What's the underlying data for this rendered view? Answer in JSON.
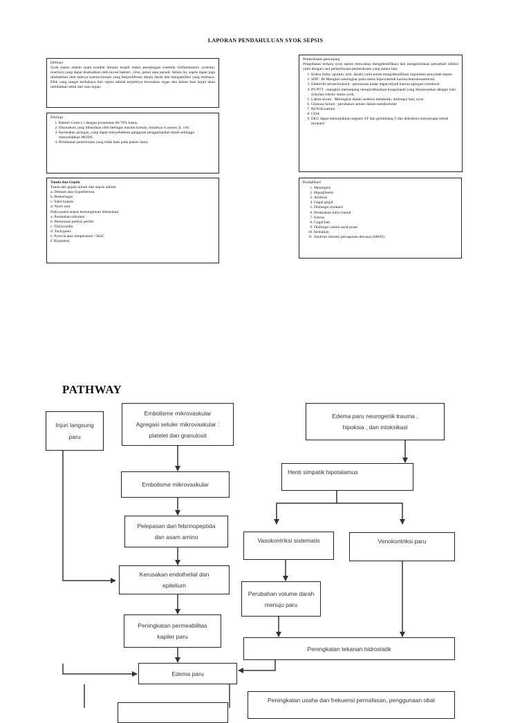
{
  "doc": {
    "title": "LAPORAN PENDAHULUAN SYOK SEPSIS"
  },
  "definisi": {
    "heading": "Definisi",
    "text": "Syok sepsis adalah suatu kondisi dimana terjadi reaksi peradangan sistemik (inflammatory systemic reaction) yang dapat disebabkan oleh invasi bakteri, virus, jamur atau parasit. Selain itu, sepsis dapat juga disebabkan oleh adanya kuman-kuman yang berproliferasi dalam darah dan mengaktifasi yang memacu. Efek yang sangat berbahaya dari sepsis adalah terjadinya kerusakan organ dan dalam fase lanjut akan melibatkan lebih dari satu organ."
  },
  "etiologi": {
    "heading": "Etiologi",
    "items": [
      "Bakteri Gram (-) dengan prosentase 60-70% kasus.",
      "Eksotoksin yang dihasilkan oleh berbagai macam kuman, misalnya S.aureus ,E. coli.",
      "Kerusakan jaringan, yang dapat menyebabkan gangguan penggumpalan darah sehingga menyebabkan MODS.",
      "Pertahanan penerimaan yang tidak baik pada pasien lama."
    ]
  },
  "tanda": {
    "heading": "Tanda dan Gejala",
    "lines": [
      "Tanda dan gejala umum dari sepsis adalah:",
      "a.   Demam atau hypothermia",
      "b.   Berkeringat",
      "c.   Sakit kepala",
      "d.   Nyeri otot",
      "Pada pasien sepsis kemungkinan ditemukan:",
      "a.   Perubahan sirkulasi",
      "b.   Penurunan perfusi perifer",
      "c.   Tachycardia",
      "d.   Tachypnea",
      "e.   Pyrexia atau temperature <36oC",
      "f.   Hypotensi"
    ]
  },
  "pemeriksaan": {
    "heading": "Pemeriksaan penunjang",
    "intro": "Pengobatan terbaru syok sepsis mencakup mengidentifikasi dan mengeliminasi penyebab infeksi yaitu dengan cara pemeriksaan-pemeriksaan yang antara lain:",
    "items": [
      "Kultur (luka, sputum, urin, darah) yaitu untuk mengidentifikasi organisme penyebab sepsis.",
      "SDP : Ht Mungkin meningkat pada status hipovolemik karena hemokonsentrasi.",
      "Elektrolit serum/leukosit : penurunan kadar dapat terjadi karena agregasi trombosit",
      "PT/PTT : mungkin memanjang mengindikasikan koagulopati yang diasosiasikan dengan hati/ sirkulasi toksin/ status syok.",
      "Laktat serum : Meningkat dalam asidosis metabolik, disfungsi hati, syok",
      "Glukosa Serum : perubahan seluler dalam metabolisme",
      "BUN/Kreatinin",
      "GDA",
      "EKG dapat menunjukkan segmen ST dan gelombang T dan distritmia menyerupai infark miokard"
    ]
  },
  "komplikasi": {
    "heading": "Komplikasi",
    "items": [
      "Meningitis",
      "Hipoglikemi",
      "Asidosis",
      "Gagal ginjal",
      "Disfungsi miokard",
      "Perdarahan intra cranial",
      "Icterus",
      "Gagal hati",
      "Disfungsi sistem saraf pusat",
      "Kematian",
      "Sindrom distress pernapasan dewasa (ARDS)"
    ]
  },
  "pathway": {
    "title": "PATHWAY",
    "injuri": "Injuri langsung paru",
    "emboli_agregasi": [
      "Embolisme mikrovaskular",
      "Agregasi seluler mikrovaskular :",
      "platelet dan granulosit"
    ],
    "emboli": "Embolisme mikrovaskular",
    "pelepasan": [
      "Pelepasan dari febrinopeptida",
      "dan asam amino"
    ],
    "kerusakan": [
      "Kerusakan endothelial dan",
      "epitelium"
    ],
    "permeabilitas": [
      "Peningkatan permeabilitas",
      "kapiler paru"
    ],
    "edema": "Edema paru",
    "neurogenik": [
      "Edema paru neurogenik trauma ,",
      "hipoksia , dan intoksikasi"
    ],
    "henti": "Henti simpatik hipotalamus",
    "vasokontriksi": "Vasokontriksi sistematis",
    "venokontriksi": "Venokontriksi paru",
    "perubahan_volume": [
      "Perubahan volume darah",
      "menuju paru"
    ],
    "hidrostatik": "Peningkatan tekanan hidrostatik",
    "peningkatan_usaha": "Peningkatan usaha dan frekuensi pernafasan, penggunaan obat"
  }
}
